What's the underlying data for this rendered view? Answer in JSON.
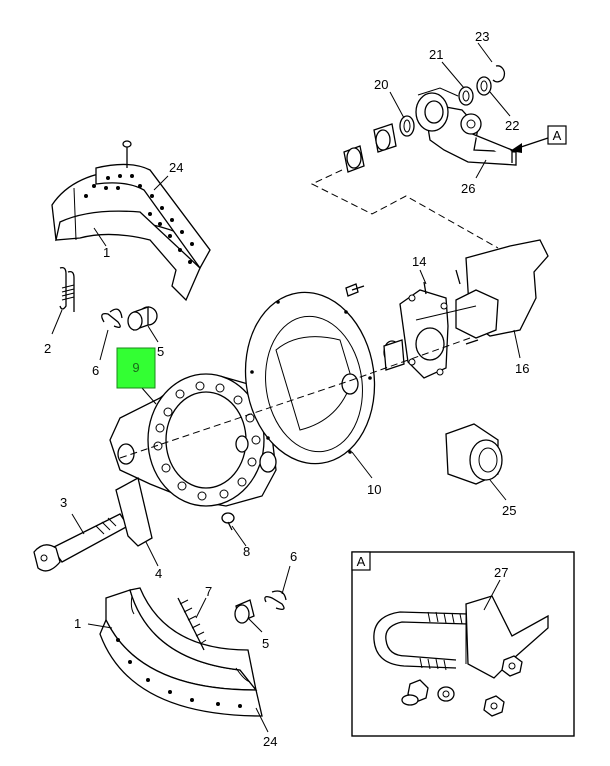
{
  "highlight": {
    "label": "9",
    "color": "#33ff33"
  },
  "inset": {
    "label": "A"
  },
  "view_ref": {
    "label": "A"
  },
  "callouts": {
    "c1a": "1",
    "c1b": "1",
    "c2": "2",
    "c3": "3",
    "c4": "4",
    "c5a": "5",
    "c5b": "5",
    "c6a": "6",
    "c6b": "6",
    "c7": "7",
    "c8": "8",
    "c10": "10",
    "c14": "14",
    "c16": "16",
    "c20": "20",
    "c21": "21",
    "c22": "22",
    "c23": "23",
    "c24a": "24",
    "c24b": "24",
    "c25": "25",
    "c26": "26",
    "c27": "27"
  }
}
